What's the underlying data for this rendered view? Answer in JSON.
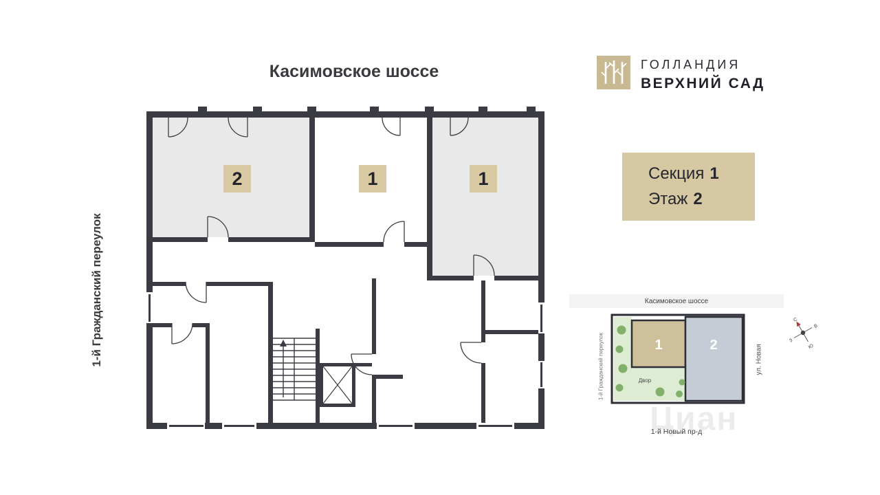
{
  "streets": {
    "top": "Касимовское шоссе",
    "left": "1-й Гражданский переулок"
  },
  "logo": {
    "line1": "ГОЛЛАНДИЯ",
    "line2": "ВЕРХНИЙ САД"
  },
  "info_box": {
    "section_label": "Секция",
    "section_value": "1",
    "floor_label": "Этаж",
    "floor_value": "2"
  },
  "floorplan": {
    "unit_labels": [
      "2",
      "1",
      "1"
    ]
  },
  "minimap": {
    "street_top": "Касимовское шоссе",
    "street_left": "1-й Гражданский переулок",
    "street_right": "ул. Новая",
    "street_bottom": "1-й Новый пр-д",
    "yard": "Двор",
    "section1": "1",
    "section2": "2",
    "compass": {
      "n": "С",
      "s": "Ю",
      "w": "З",
      "e": "В"
    }
  },
  "watermark": "Циан",
  "colors": {
    "wall": "#3b3b44",
    "unit_fill": "#e9e9e9",
    "beige_badge": "#d9caa3",
    "beige_box": "#d6c8a2",
    "logo_beige": "#c8b992",
    "map_green": "#dfecd4",
    "map_beige": "#cec09b",
    "map_gray": "#c6ccd5",
    "tree_green": "#82b06b"
  }
}
